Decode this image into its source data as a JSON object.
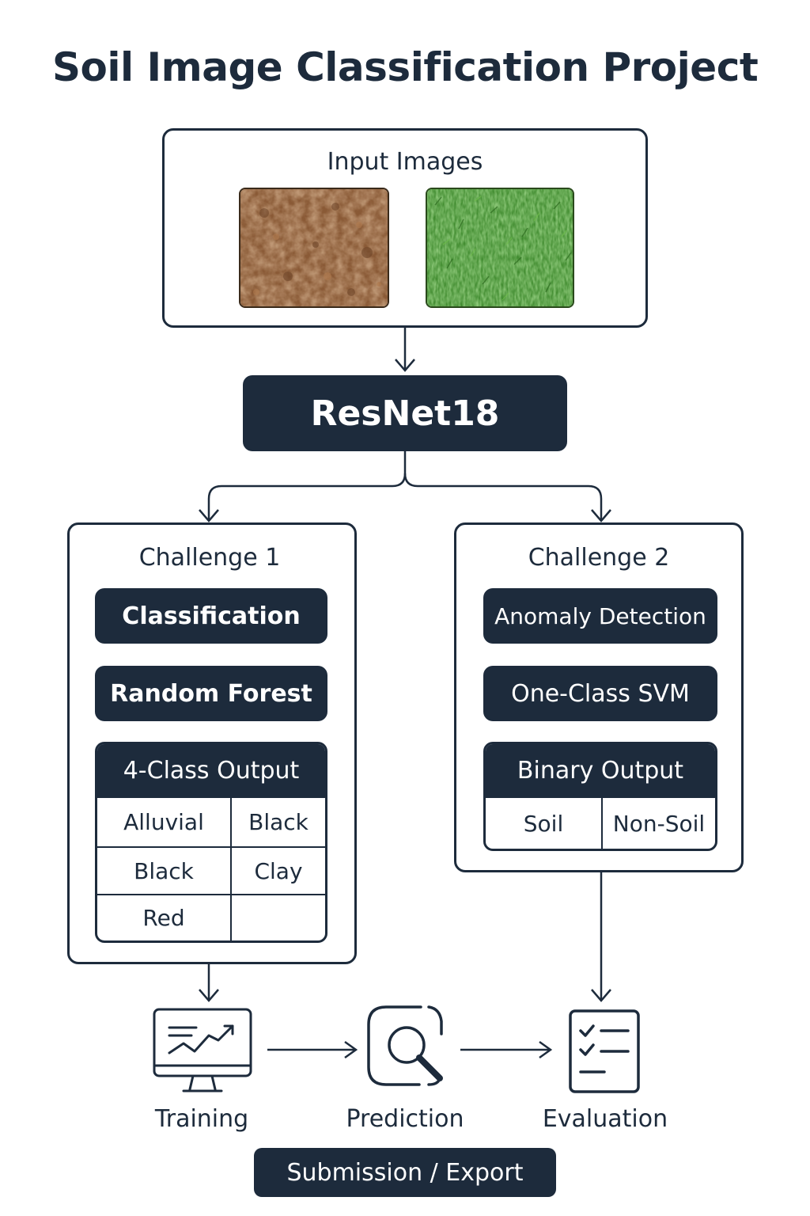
{
  "title": "Soil Image Classification Project",
  "input": {
    "label": "Input Images",
    "images": [
      "soil-texture-image",
      "grass-texture-image"
    ]
  },
  "model": {
    "label": "ResNet18"
  },
  "challenge1": {
    "label": "Challenge 1",
    "step1": "Classification",
    "step2": "Random Forest",
    "output_title": "4-Class Output",
    "classes": [
      [
        "Alluvial",
        "Black"
      ],
      [
        "Black",
        "Clay"
      ],
      [
        "Red",
        ""
      ]
    ]
  },
  "challenge2": {
    "label": "Challenge 2",
    "step1": "Anomaly Detection",
    "step2": "One-Class SVM",
    "output_title": "Binary Output",
    "classes": [
      "Soil",
      "Non-Soil"
    ]
  },
  "pipeline": {
    "training": "Training",
    "prediction": "Prediction",
    "evaluation": "Evaluation",
    "icons": [
      "monitor-chart-icon",
      "magnifier-icon",
      "checklist-icon"
    ]
  },
  "submit": {
    "label": "Submission / Export"
  },
  "colors": {
    "navy": "#1d2b3c",
    "soil": "#8a5a36",
    "grass": "#3f8a2e"
  }
}
